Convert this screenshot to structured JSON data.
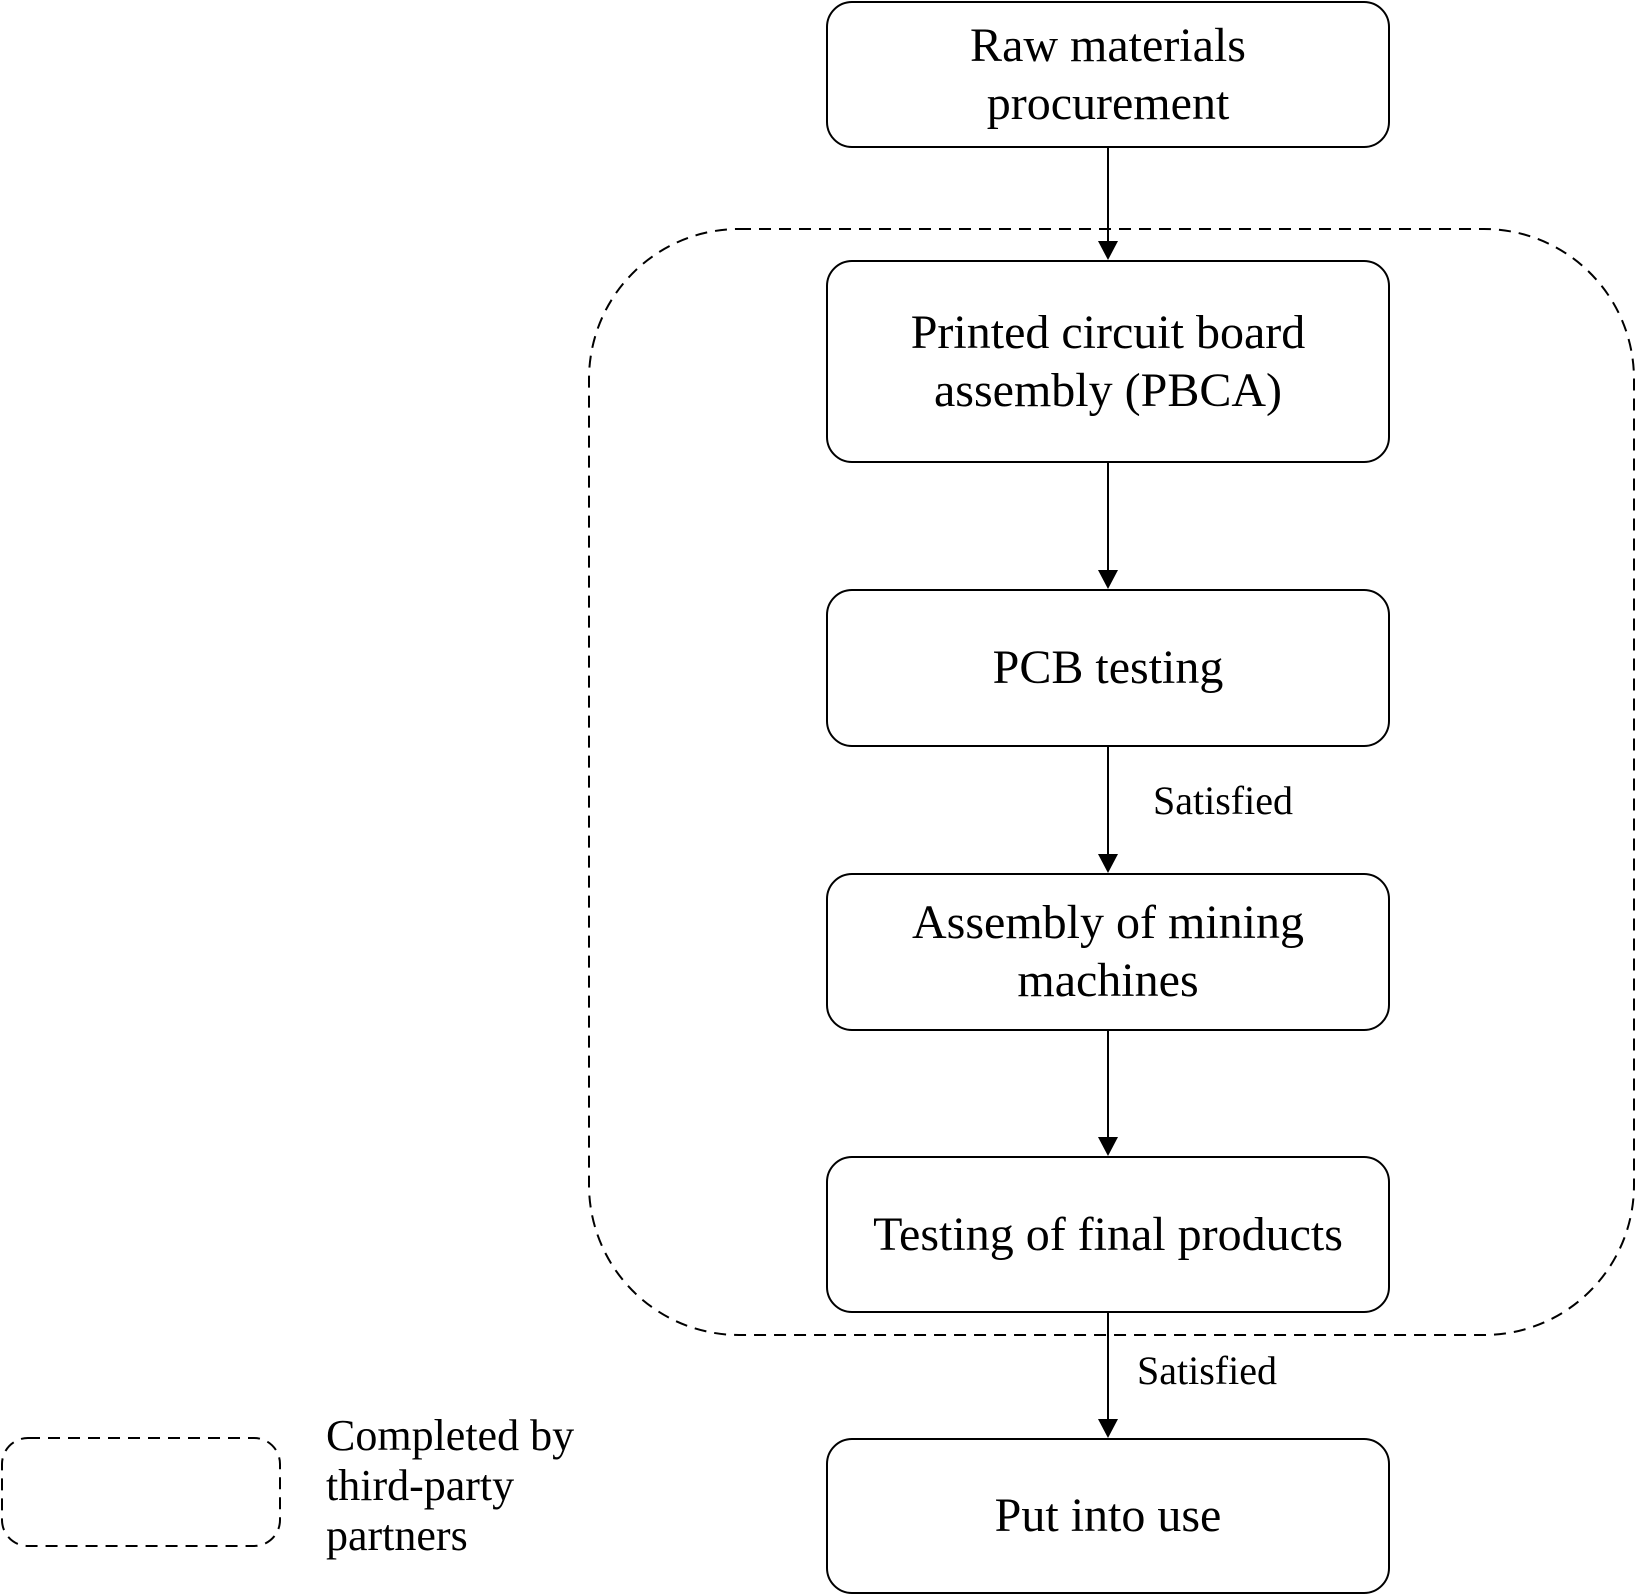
{
  "nodes": [
    {
      "id": "raw",
      "label": "Raw materials procurement"
    },
    {
      "id": "pcba",
      "label": "Printed circuit board assembly (PBCA)"
    },
    {
      "id": "pcb_test",
      "label": "PCB testing"
    },
    {
      "id": "assembly",
      "label": "Assembly of mining machines"
    },
    {
      "id": "final_test",
      "label": "Testing of final products"
    },
    {
      "id": "use",
      "label": "Put into use"
    }
  ],
  "edges": [
    {
      "from": "raw",
      "to": "pcba",
      "label": ""
    },
    {
      "from": "pcba",
      "to": "pcb_test",
      "label": ""
    },
    {
      "from": "pcb_test",
      "to": "assembly",
      "label": "Satisfied"
    },
    {
      "from": "assembly",
      "to": "final_test",
      "label": ""
    },
    {
      "from": "final_test",
      "to": "use",
      "label": "Satisfied"
    }
  ],
  "group": {
    "style": "dashed",
    "members": [
      "pcba",
      "pcb_test",
      "assembly",
      "final_test"
    ]
  },
  "legend": {
    "label": "Completed by third-party partners",
    "style": "dashed"
  },
  "colors": {
    "stroke": "#000000",
    "background": "#ffffff"
  }
}
